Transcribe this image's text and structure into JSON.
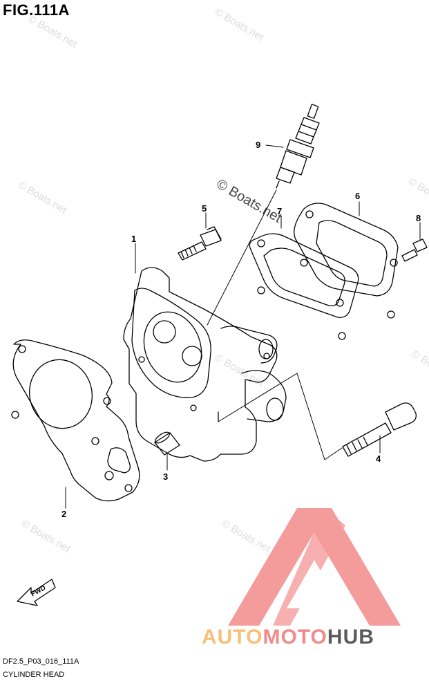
{
  "figure_title": "FIG.111A",
  "footer": {
    "code": "DF2.5_P03_016_111A",
    "name": "CYLINDER HEAD"
  },
  "watermark": {
    "text": "© Boats.net"
  },
  "logo": {
    "part1": "AUTO",
    "part2": "MOTO",
    "part3": "HUB",
    "colors": {
      "auto": "#f7c07a",
      "moto": "#f28a8a",
      "hub": "#5a5a5a",
      "triangle": "#f28a8a"
    }
  },
  "fwd_label": "FWD",
  "callouts": [
    "1",
    "2",
    "3",
    "4",
    "5",
    "6",
    "7",
    "8",
    "9"
  ]
}
